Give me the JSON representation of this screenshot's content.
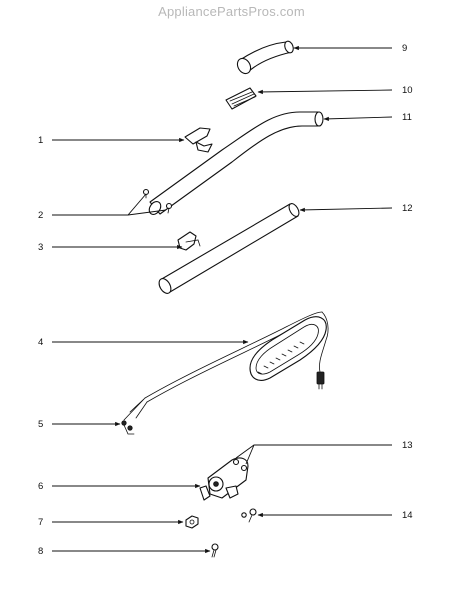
{
  "watermark": "AppliancePartsPros.com",
  "callouts": [
    {
      "id": "callout-1",
      "label": "1"
    },
    {
      "id": "callout-2",
      "label": "2"
    },
    {
      "id": "callout-3",
      "label": "3"
    },
    {
      "id": "callout-4",
      "label": "4"
    },
    {
      "id": "callout-5",
      "label": "5"
    },
    {
      "id": "callout-6",
      "label": "6"
    },
    {
      "id": "callout-7",
      "label": "7"
    },
    {
      "id": "callout-8",
      "label": "8"
    },
    {
      "id": "callout-9",
      "label": "9"
    },
    {
      "id": "callout-10",
      "label": "10"
    },
    {
      "id": "callout-11",
      "label": "11"
    },
    {
      "id": "callout-12",
      "label": "12"
    },
    {
      "id": "callout-13",
      "label": "13"
    },
    {
      "id": "callout-14",
      "label": "14"
    }
  ]
}
